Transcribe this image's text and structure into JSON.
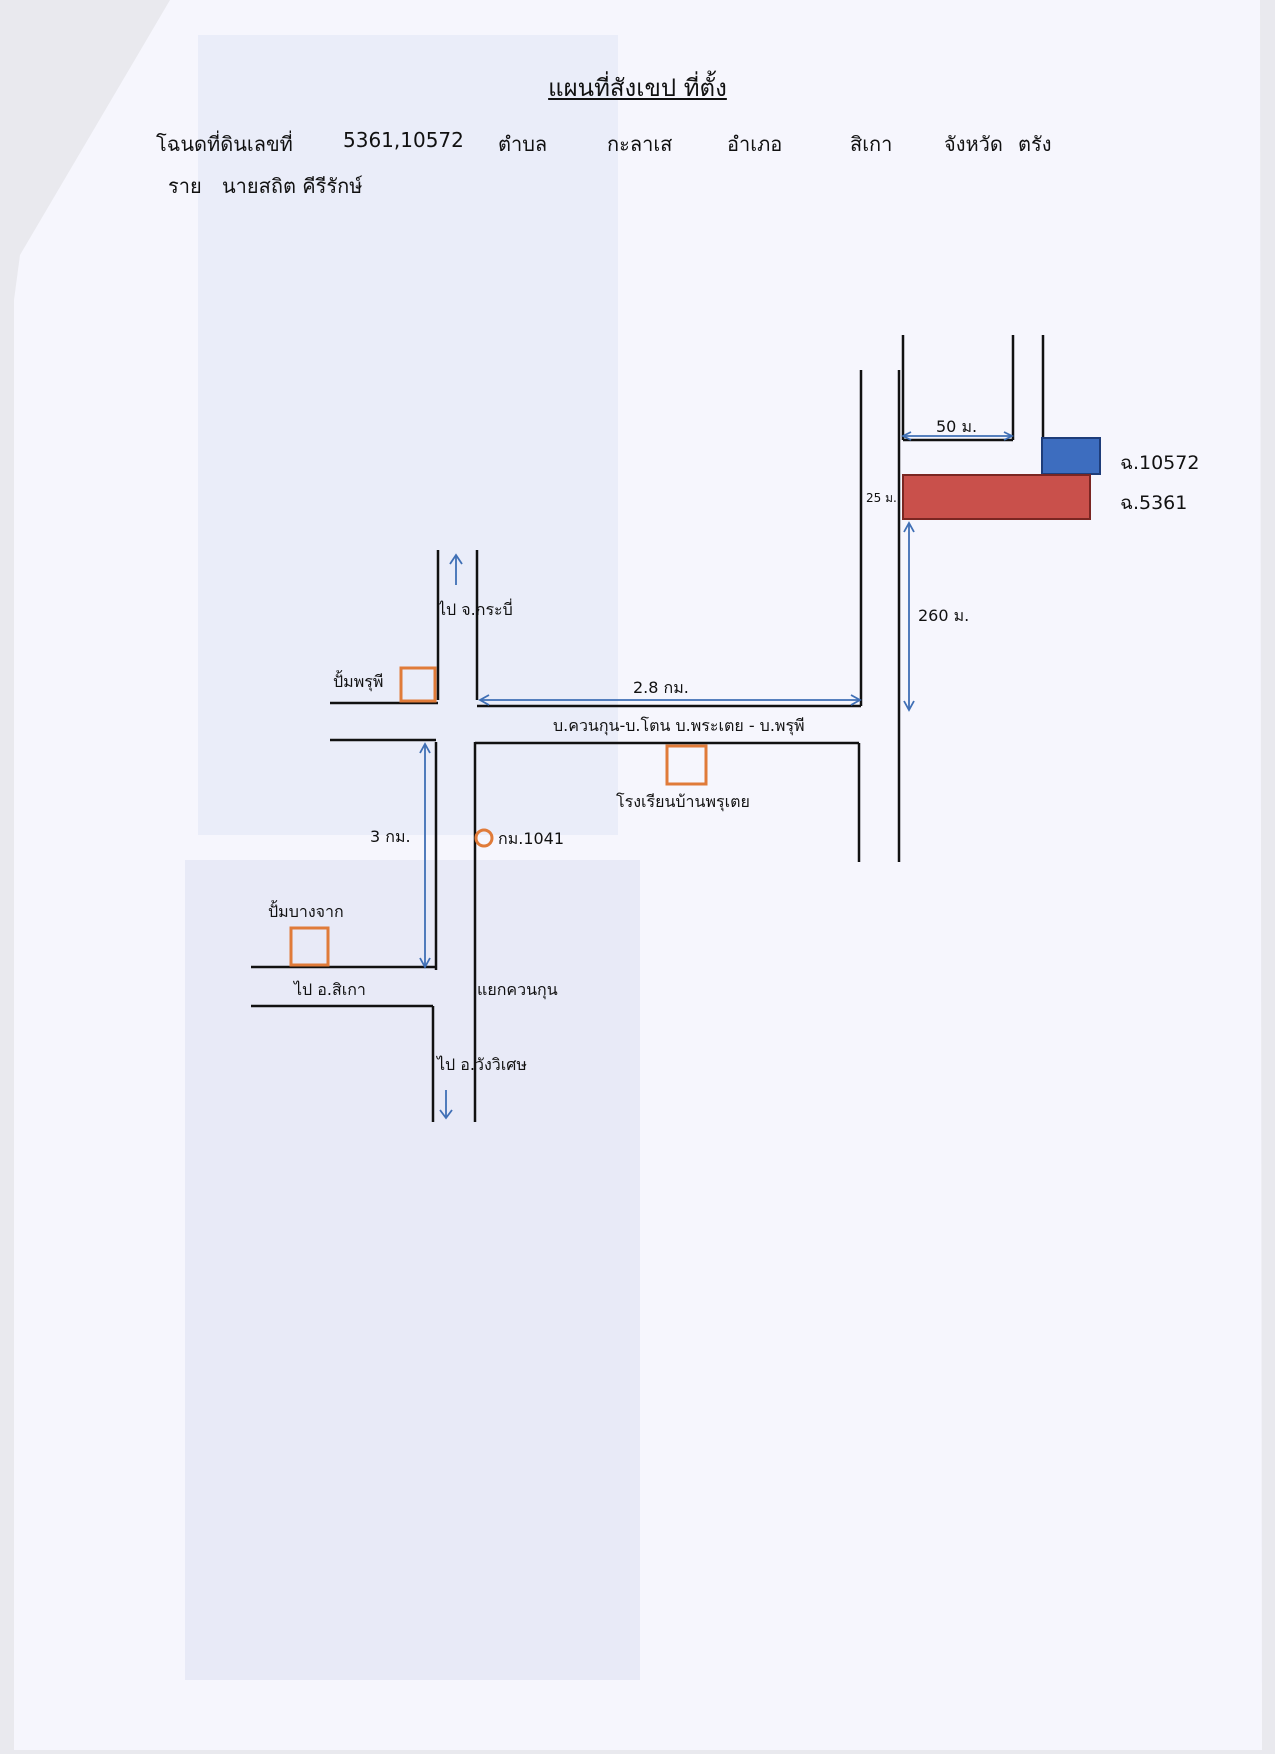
{
  "doc": {
    "title": "แผนที่สังเขป ที่ตั้ง",
    "deed_label": "โฉนดที่ดินเลขที่",
    "deed_numbers": "5361,10572",
    "subdistrict_label": "ตำบล",
    "subdistrict": "กะลาเส",
    "district_label": "อำเภอ",
    "district": "สิเกา",
    "province_label": "จังหวัด",
    "province": "ตรัง",
    "owner_label": "ราย",
    "owner": "นายสถิต คีรีรักษ์"
  },
  "map": {
    "to_krabi": "ไป จ.กระบี่",
    "pom_prut": "ปั้มพรุพี",
    "dist_2_8": "2.8 กม.",
    "main_road": "บ.ควนกุน-บ.โตน บ.พระเตย - บ.พรุพี",
    "school": "โรงเรียนบ้านพรุเตย",
    "dist_3": "3 กม.",
    "km_marker": "กม.1041",
    "pom_bang_jak": "ปั้มบางจาก",
    "to_sikao": "ไป อ.สิเกา",
    "junction": "แยกควนกุน",
    "to_wang_wiset": "ไป อ.วังวิเศษ",
    "dist_50": "50 ม.",
    "dist_25": "25 ม.",
    "dist_260": "260 ม.",
    "plot_10572": "ฉ.10572",
    "plot_5361": "ฉ.5361"
  },
  "colors": {
    "road": "#111111",
    "arrow": "#3f6fb5",
    "marker": "#e07b39",
    "plot_10572": "#3d6dbf",
    "plot_5361": "#c9504b"
  }
}
